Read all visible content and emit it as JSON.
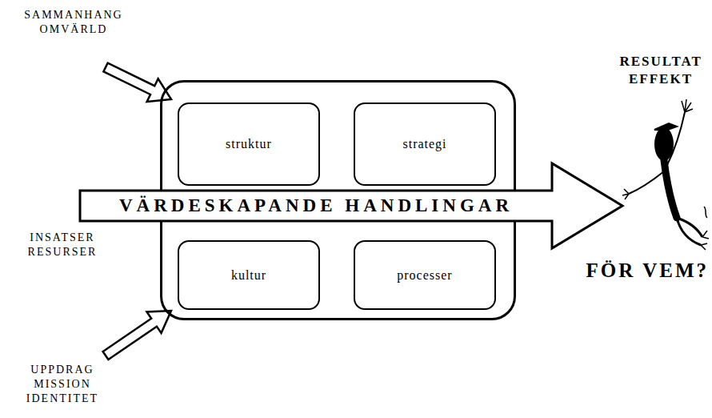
{
  "diagram": {
    "nodes": [
      {
        "text": []
      },
      {
        "text": [
          "struktur"
        ],
        "in": 0
      },
      {
        "text": [
          "strategi"
        ],
        "in": 0
      },
      {
        "text": [
          "kultur"
        ],
        "in": 0
      },
      {
        "text": [
          "processer"
        ],
        "in": 0
      }
    ],
    "labels": [
      "SAMMANHANG OMVÄRLD",
      "INSATSER RESURSER",
      "UPPDRAG MISSION IDENTITET",
      "VÄRDESKAPANDE HANDLINGAR",
      "RESULTAT EFFEKT",
      "FÖR VEM?"
    ]
  }
}
